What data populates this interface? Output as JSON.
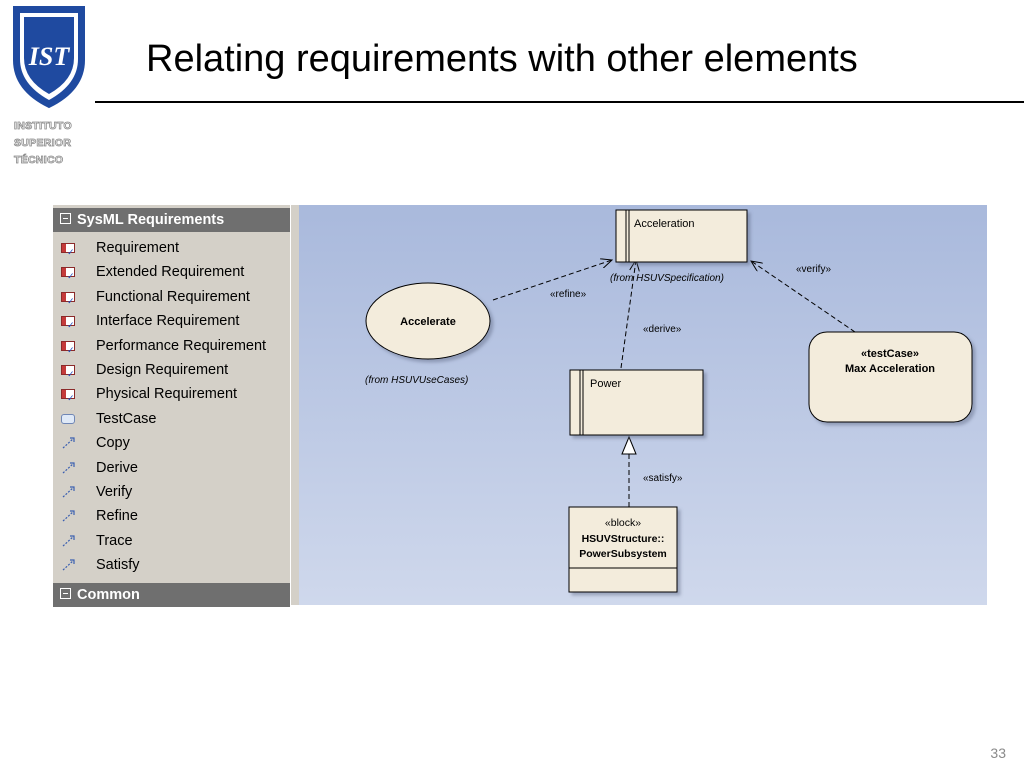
{
  "slide": {
    "title": "Relating requirements with other elements",
    "page_number": "33",
    "logo_lines": [
      "INSTITUTO",
      "SUPERIOR",
      "TÉCNICO"
    ],
    "logo_mark": "IST"
  },
  "toolbox": {
    "header": "SysML Requirements",
    "footer": "Common",
    "items": [
      {
        "label": "Requirement",
        "icon": "requirement-icon"
      },
      {
        "label": "Extended Requirement",
        "icon": "requirement-icon"
      },
      {
        "label": "Functional Requirement",
        "icon": "requirement-icon"
      },
      {
        "label": "Interface Requirement",
        "icon": "requirement-icon"
      },
      {
        "label": "Performance Requirement",
        "icon": "requirement-icon"
      },
      {
        "label": "Design Requirement",
        "icon": "requirement-icon"
      },
      {
        "label": "Physical Requirement",
        "icon": "requirement-icon"
      },
      {
        "label": "TestCase",
        "icon": "testcase-icon"
      },
      {
        "label": "Copy",
        "icon": "relationship-icon"
      },
      {
        "label": "Derive",
        "icon": "relationship-icon"
      },
      {
        "label": "Verify",
        "icon": "relationship-icon"
      },
      {
        "label": "Refine",
        "icon": "relationship-icon"
      },
      {
        "label": "Trace",
        "icon": "relationship-icon"
      },
      {
        "label": "Satisfy",
        "icon": "relationship-icon"
      }
    ]
  },
  "diagram": {
    "acceleration": {
      "name": "Acceleration",
      "from": "(from HSUVSpecification)"
    },
    "accelerate": {
      "name": "Accelerate",
      "from": "(from HSUVUseCases)"
    },
    "power": {
      "name": "Power"
    },
    "testcase": {
      "stereotype": "«testCase»",
      "name": "Max Acceleration"
    },
    "block": {
      "stereotype": "«block»",
      "name_line1": "HSUVStructure::",
      "name_line2": "PowerSubsystem"
    },
    "relations": {
      "refine": "«refine»",
      "derive": "«derive»",
      "verify": "«verify»",
      "satisfy": "«satisfy»"
    }
  },
  "colors": {
    "element_fill": "#f3ecdc",
    "canvas_top": "#a9b9dc",
    "canvas_bottom": "#cfd8ec",
    "toolbox_bg": "#d4d0c8",
    "toolbox_header": "#6f6f6f"
  }
}
